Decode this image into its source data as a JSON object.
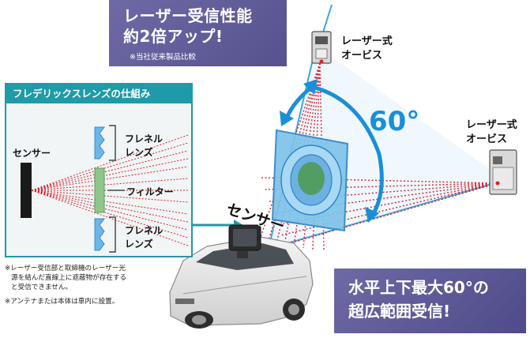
{
  "banner_top": {
    "line1": "レーザー受信性能",
    "line2": "約2倍アップ!",
    "note": "※当社従来製品比較"
  },
  "panel": {
    "title": "フレデリックスレンズの仕組み",
    "sensor": "センサー",
    "fresnel_top_1": "フレネル",
    "fresnel_top_2": "レンズ",
    "filter": "フィルター",
    "fresnel_bot_1": "フレネル",
    "fresnel_bot_2": "レンズ"
  },
  "footnotes": {
    "n1_l1": "※レーザー受信部と取締機のレーザー光",
    "n1_l2": "源を結んだ直線上に遮蔽物が存在する",
    "n1_l3": "と受信できません。",
    "n2": "※アンテナまたは本体は車内に設置。"
  },
  "scene": {
    "orbis_top_1": "レーザー式",
    "orbis_top_2": "オービス",
    "orbis_right_1": "レーザー式",
    "orbis_right_2": "オービス",
    "angle": "60°",
    "sensor": "センサー"
  },
  "banner_bottom": {
    "line1": "水平上下最大60°の",
    "line2": "超広範囲受信!"
  },
  "colors": {
    "banner": "#5f5b9b",
    "panel_accent": "#1f9aa8",
    "laser": "#e0202a",
    "angle": "#1a8fd8"
  }
}
